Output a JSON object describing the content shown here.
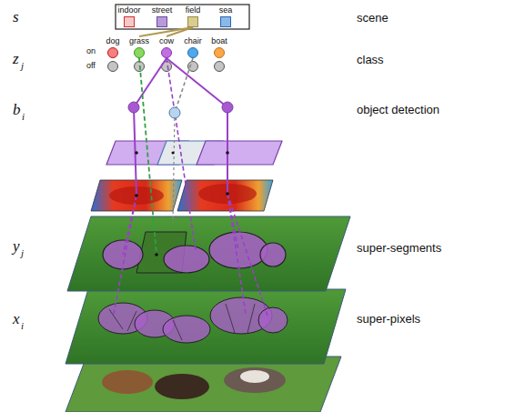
{
  "diagram": {
    "nodes": [
      {
        "text": [
          "indoor"
        ]
      },
      {
        "text": [
          "street"
        ]
      },
      {
        "text": [
          "field"
        ]
      },
      {
        "text": [
          "sea"
        ]
      },
      {
        "text": [
          "dog"
        ]
      },
      {
        "text": [
          "grass"
        ]
      },
      {
        "text": [
          "cow"
        ]
      },
      {
        "text": [
          "chair"
        ]
      },
      {
        "text": [
          "boat"
        ]
      }
    ],
    "edges": [
      {
        "from": 2,
        "to": 5,
        "arrow": "none"
      },
      {
        "from": 2,
        "to": 6,
        "arrow": "none"
      }
    ],
    "labels": [
      "s",
      "scene",
      "z",
      "j",
      "on",
      "off",
      "class",
      "b",
      "i",
      "object detection",
      "y",
      "j",
      "super-segments",
      "x",
      "i",
      "super-pixels"
    ]
  }
}
